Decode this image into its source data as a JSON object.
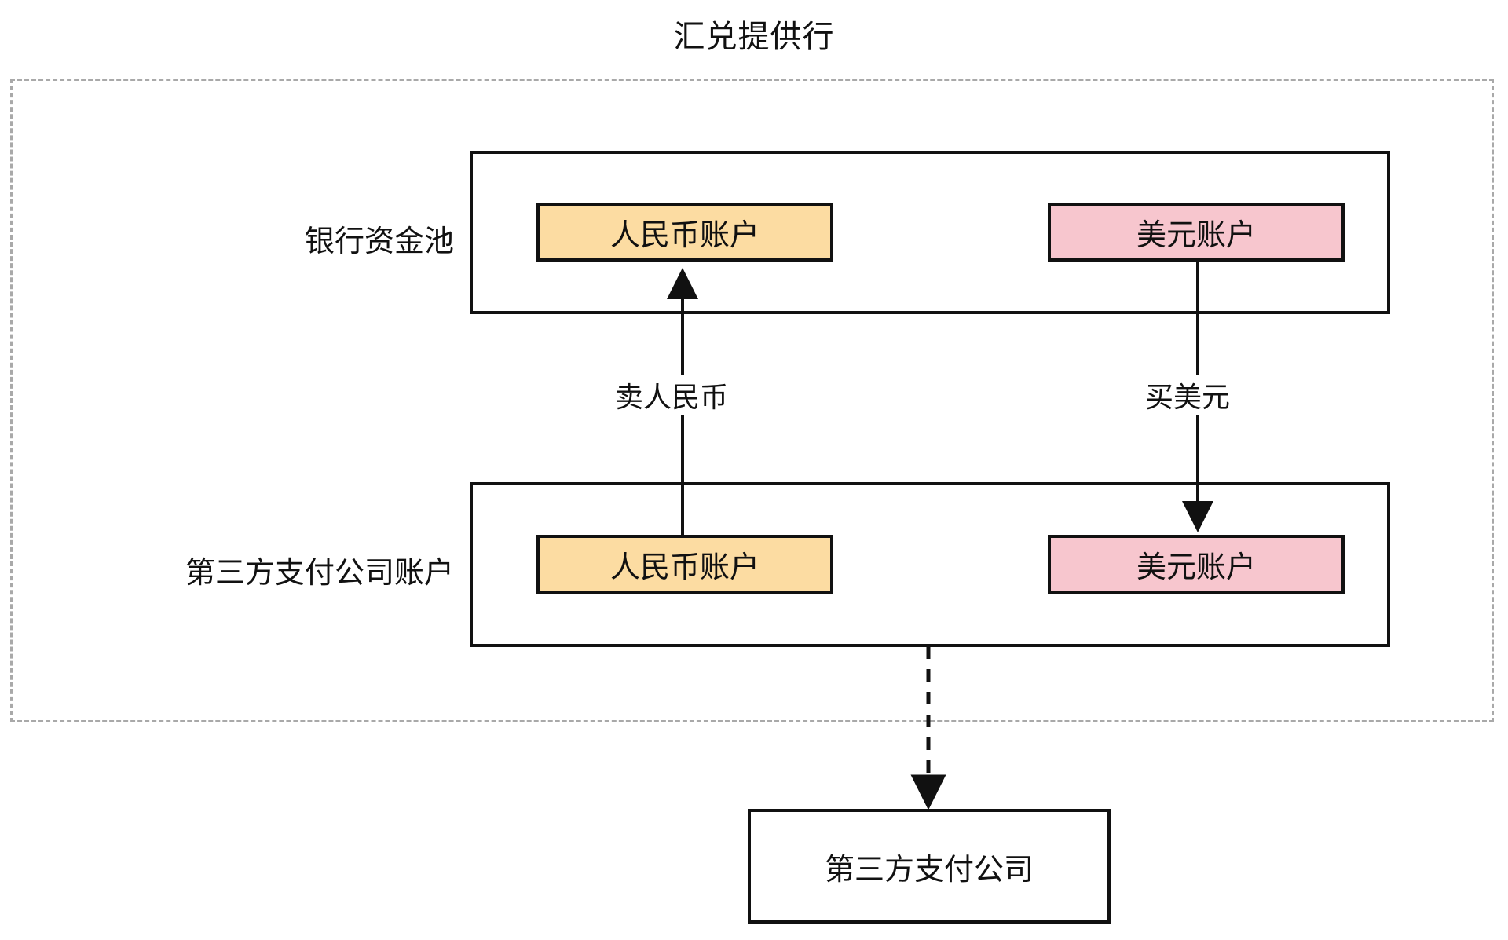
{
  "diagram": {
    "title": "汇兑提供行",
    "type": "flow-diagram",
    "colors": {
      "cny_fill": "#FCDCA2",
      "usd_fill": "#F7C6CE",
      "stroke": "#111111",
      "group_border": "#a9a9a9",
      "background": "#ffffff"
    },
    "group": {
      "name": "汇兑提供行",
      "border_style": "dashed"
    },
    "rows": [
      {
        "id": "bank-pool",
        "label": "银行资金池",
        "accounts": [
          {
            "id": "bank-cny",
            "label": "人民币账户",
            "currency": "CNY",
            "fill": "#FCDCA2"
          },
          {
            "id": "bank-usd",
            "label": "美元账户",
            "currency": "USD",
            "fill": "#F7C6CE"
          }
        ]
      },
      {
        "id": "tpp-account",
        "label": "第三方支付公司账户",
        "accounts": [
          {
            "id": "tpp-cny",
            "label": "人民币账户",
            "currency": "CNY",
            "fill": "#FCDCA2"
          },
          {
            "id": "tpp-usd",
            "label": "美元账户",
            "currency": "USD",
            "fill": "#F7C6CE"
          }
        ]
      }
    ],
    "flows": [
      {
        "id": "sell-cny",
        "label": "卖人民币",
        "from": "tpp-cny",
        "to": "bank-cny",
        "direction": "up",
        "style": "solid"
      },
      {
        "id": "buy-usd",
        "label": "买美元",
        "from": "bank-usd",
        "to": "tpp-usd",
        "direction": "down",
        "style": "solid"
      },
      {
        "id": "settle-to-company",
        "label": "",
        "from": "tpp-account",
        "to": "tpp-company",
        "direction": "down",
        "style": "dashed"
      }
    ],
    "nodes": [
      {
        "id": "tpp-company",
        "label": "第三方支付公司"
      }
    ]
  }
}
